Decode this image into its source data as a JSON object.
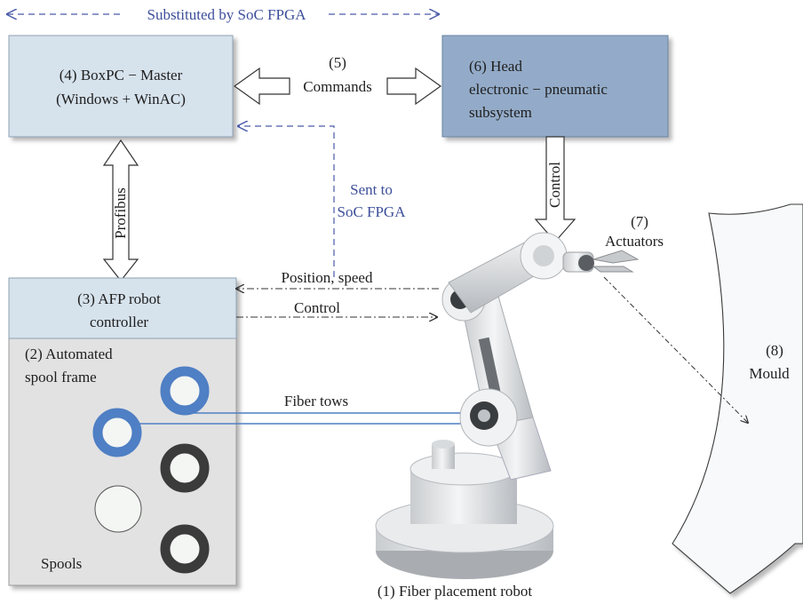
{
  "banner": {
    "text": "Substituted by SoC FPGA"
  },
  "boxpc": {
    "line1": "(4) BoxPC − Master",
    "line2": "(Windows + WinAC)"
  },
  "commands": {
    "num": "(5)",
    "label": "Commands"
  },
  "head": {
    "line1": "(6) Head",
    "line2": "electronic  −  pneumatic",
    "line3": "subsystem"
  },
  "profibus": {
    "label": "Profibus"
  },
  "control_vertical": {
    "label": "Control"
  },
  "sent": {
    "line1": "Sent to",
    "line2": "SoC FPGA"
  },
  "actuators": {
    "num": "(7)",
    "label": "Actuators"
  },
  "controller": {
    "line1": "(3) AFP robot",
    "line2": "controller"
  },
  "position_speed": {
    "label": "Position, speed"
  },
  "control_horizontal": {
    "label": "Control"
  },
  "spool_frame": {
    "line1": "(2) Automated",
    "line2": "spool frame",
    "spools_label": "Spools"
  },
  "fiber_tows": {
    "label": "Fiber tows"
  },
  "mould": {
    "num": "(8)",
    "label": "Mould"
  },
  "robot": {
    "caption": "(1) Fiber placement robot"
  },
  "colors": {
    "box_light": "#d6e2ec",
    "box_dark": "#93abc8",
    "frame_gray": "#e2e2e2",
    "accent_blue": "#4f7fc4",
    "dashed_blue": "#4a5aa8",
    "spool_dark": "#3b3b3b"
  }
}
